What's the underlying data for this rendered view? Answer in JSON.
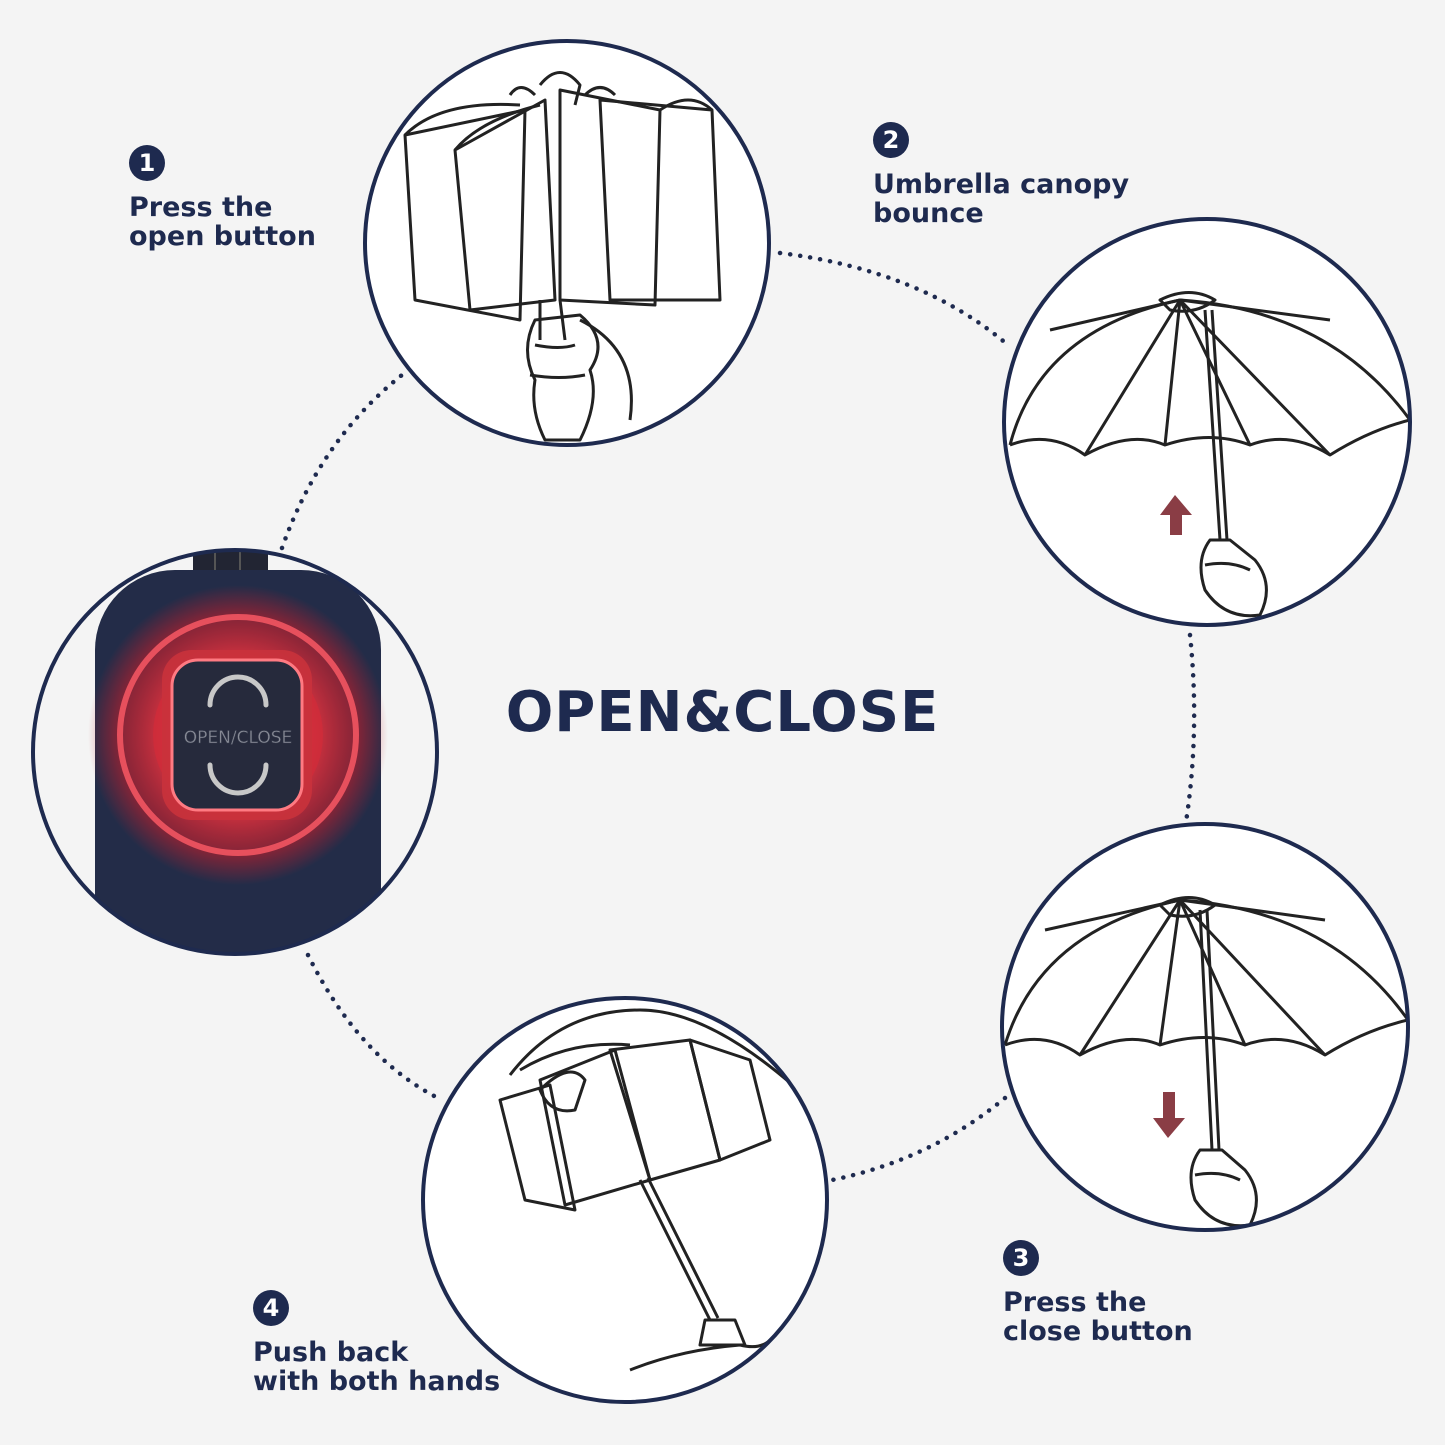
{
  "title": "OPEN&CLOSE",
  "button_text": "OPEN/CLOSE",
  "colors": {
    "navy": "#1e2a4f",
    "arrow": "#8a3d45",
    "glow": "#e0303c",
    "background": "#f4f4f4"
  },
  "steps": [
    {
      "number": "1",
      "line1": "Press the",
      "line2": "open button"
    },
    {
      "number": "2",
      "line1": "Umbrella canopy",
      "line2": "bounce"
    },
    {
      "number": "3",
      "line1": "Press the",
      "line2": "close button"
    },
    {
      "number": "4",
      "line1": "Push back",
      "line2": "with both hands"
    }
  ],
  "arrows": [
    {
      "step": "2",
      "direction": "up"
    },
    {
      "step": "3",
      "direction": "down"
    }
  ]
}
